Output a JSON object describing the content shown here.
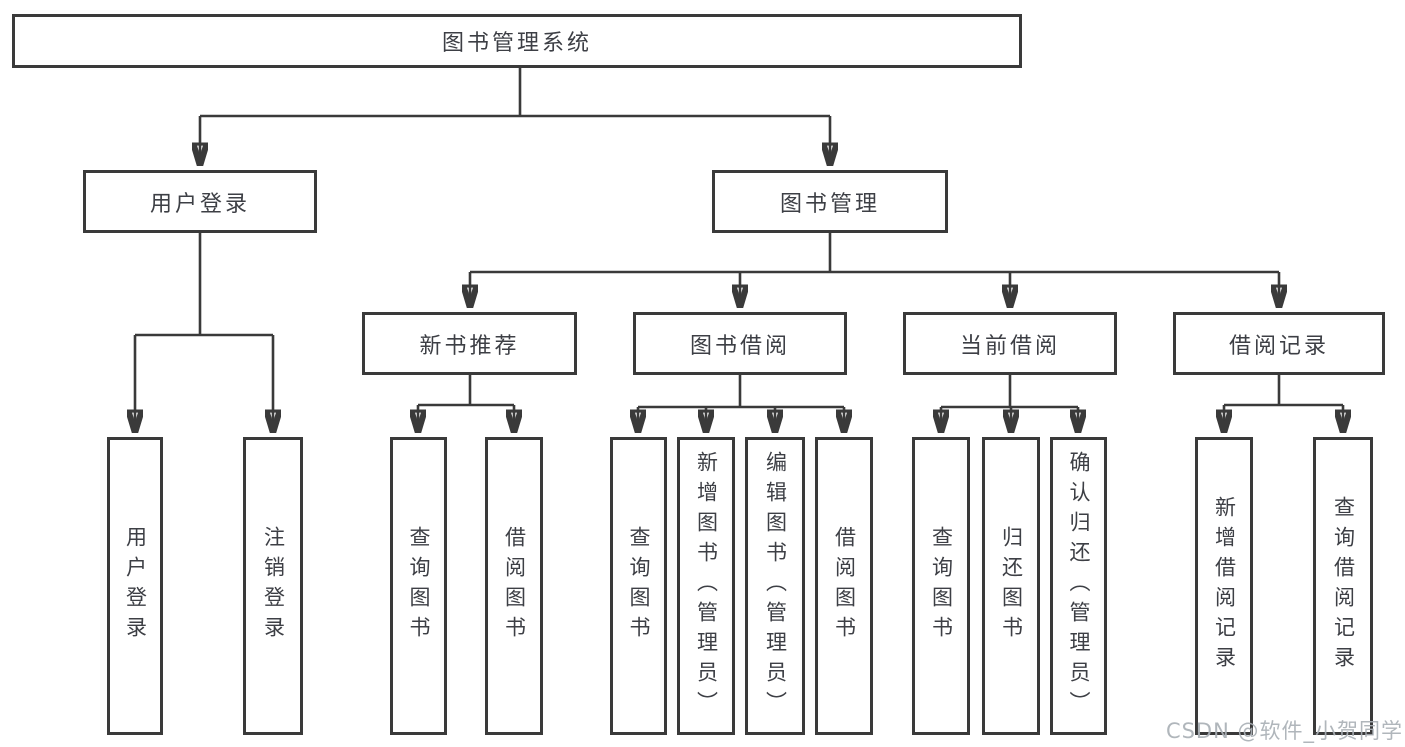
{
  "title": "图书管理系统",
  "branches": {
    "user_login": {
      "label": "用户登录",
      "children": [
        "用户登录",
        "注销登录"
      ]
    },
    "book_mgmt": {
      "label": "图书管理",
      "children": {
        "new_books": {
          "label": "新书推荐",
          "children": [
            "查询图书",
            "借阅图书"
          ]
        },
        "borrow": {
          "label": "图书借阅",
          "children": [
            "查询图书",
            "新增图书（管理员）",
            "编辑图书（管理员）",
            "借阅图书"
          ]
        },
        "current": {
          "label": "当前借阅",
          "children": [
            "查询图书",
            "归还图书",
            "确认归还（管理员）"
          ]
        },
        "records": {
          "label": "借阅记录",
          "children": [
            "新增借阅记录",
            "查询借阅记录"
          ]
        }
      }
    }
  },
  "watermark": "CSDN @软件_小贺同学",
  "colors": {
    "line": "#3a3a3a",
    "text": "#3d3f45",
    "watermark": "#aab0b6",
    "background": "#ffffff"
  }
}
